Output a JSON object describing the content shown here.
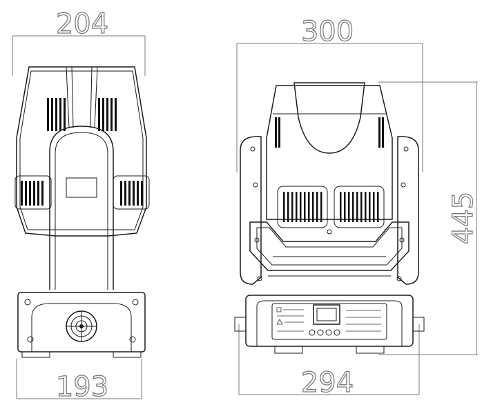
{
  "dimensions": {
    "side_top_width": "204",
    "side_base_width": "193",
    "front_top_width": "300",
    "front_height": "445",
    "front_base_width": "294"
  }
}
